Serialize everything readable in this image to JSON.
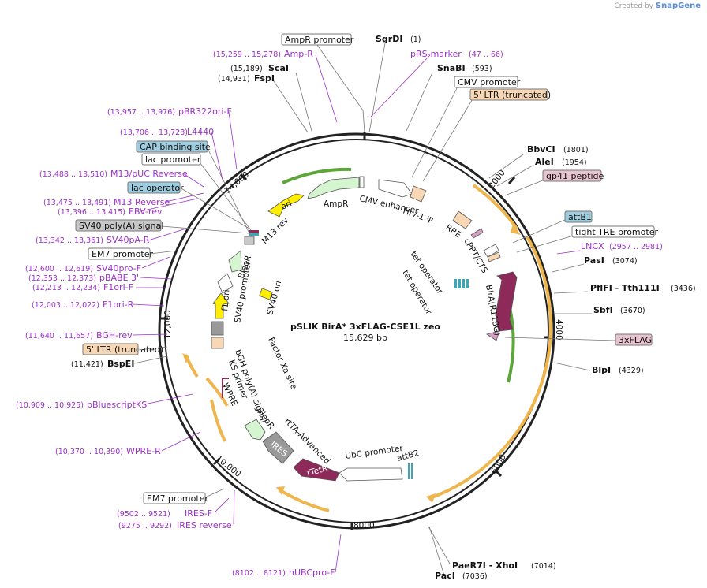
{
  "app": {
    "created_by": "Created by",
    "brand": "SnapGene"
  },
  "plasmid": {
    "name": "pSLIK BirA* 3xFLAG-CSE1L zeo",
    "size": "15,629 bp"
  },
  "ruler": [
    "2000",
    "4000",
    "6000",
    "8000",
    "10,000",
    "12,000",
    "14,000"
  ],
  "sites": {
    "sgrdi": {
      "name": "SgrDI",
      "pos": "(1)"
    },
    "snabi": {
      "name": "SnaBI",
      "pos": "(593)"
    },
    "bbvci": {
      "name": "BbvCI",
      "pos": "(1801)"
    },
    "alei": {
      "name": "AleI",
      "pos": "(1954)"
    },
    "pasi": {
      "name": "PasI",
      "pos": "(3074)"
    },
    "pflfi": {
      "name": "PflFI - Tth111I",
      "pos": "(3436)"
    },
    "sbfi": {
      "name": "SbfI",
      "pos": "(3670)"
    },
    "blpi": {
      "name": "BlpI",
      "pos": "(4329)"
    },
    "paer7i": {
      "name": "PaeR7I - XhoI",
      "pos": "(7014)"
    },
    "paci": {
      "name": "PacI",
      "pos": "(7036)"
    },
    "bspei": {
      "name": "BspEI",
      "pos": "(11,421)"
    },
    "scai": {
      "name": "ScaI",
      "pos": "(15,189)"
    },
    "fspi": {
      "name": "FspI",
      "pos": "(14,931)"
    }
  },
  "primers": {
    "prs": {
      "name": "pRS-marker",
      "pos": "(47 .. 66)"
    },
    "ampr": {
      "name": "Amp-R",
      "pos": "(15,259 .. 15,278)"
    },
    "pbr": {
      "name": "pBR322ori-F",
      "pos": "(13,957 .. 13,976)"
    },
    "l4440": {
      "name": "L4440",
      "pos": "(13,706 .. 13,723)"
    },
    "m13puc": {
      "name": "M13/pUC Reverse",
      "pos": "(13,488 .. 13,510)"
    },
    "m13rev": {
      "name": "M13 Reverse",
      "pos": "(13,475 .. 13,491)"
    },
    "ebv": {
      "name": "EBV-rev",
      "pos": "(13,396 .. 13,415)"
    },
    "sv40pa": {
      "name": "SV40pA-R",
      "pos": "(13,342 .. 13,361)"
    },
    "sv40pro": {
      "name": "SV40pro-F",
      "pos": "(12,600 .. 12,619)"
    },
    "pbabe": {
      "name": "pBABE 3'",
      "pos": "(12,353 .. 12,373)"
    },
    "f1orif": {
      "name": "F1ori-F",
      "pos": "(12,213 .. 12,234)"
    },
    "f1orir": {
      "name": "F1ori-R",
      "pos": "(12,003 .. 12,022)"
    },
    "bgh": {
      "name": "BGH-rev",
      "pos": "(11,640 .. 11,657)"
    },
    "pbks": {
      "name": "pBluescriptKS",
      "pos": "(10,909 .. 10,925)"
    },
    "wpre": {
      "name": "WPRE-R",
      "pos": "(10,370 .. 10,390)"
    },
    "iresf": {
      "name": "IRES-F",
      "pos": "(9502 .. 9521)"
    },
    "iresr": {
      "name": "IRES reverse",
      "pos": "(9275 .. 9292)"
    },
    "hubc": {
      "name": "hUBCpro-F",
      "pos": "(8102 .. 8121)"
    },
    "lncx": {
      "name": "LNCX",
      "pos": "(2957 .. 2981)"
    }
  },
  "boxed": {
    "ampr_promoter": "AmpR promoter",
    "cmv_promoter": "CMV promoter",
    "ltr_trunc_top": "5' LTR (truncated)",
    "gp41": "gp41 peptide",
    "attb1": "attB1",
    "tight_tre": "tight TRE promoter",
    "flag": "3xFLAG",
    "cap": "CAP binding site",
    "lac_promoter": "lac promoter",
    "lac_operator": "lac operator",
    "sv40polya": "SV40 poly(A) signal",
    "em7_top": "EM7 promoter",
    "ltr_trunc_left": "5' LTR (truncated)",
    "em7_bottom": "EM7 promoter"
  },
  "features": {
    "ampr": "AmpR",
    "cmv_enhancer": "CMV enhancer",
    "hiv_psi": "HIV-1 Ψ",
    "rre": "RRE",
    "cppt": "cPPT/CTS",
    "tet_op1": "tet operator",
    "tet_op2": "tet operator",
    "bira": "BirA(R118G)",
    "ori": "ori",
    "m13rev": "M13 rev",
    "bleor_top": "BleoR",
    "sv40_promoter": "SV40 promoter",
    "f1ori": "f1 ori",
    "sv40ori": "SV40 ori",
    "factor_xa": "Factor Xa site",
    "bgh": "bGH poly(A) signal",
    "ks_primer": "KS primer",
    "wpre": "WPRE",
    "bleor_bottom": "BleoR",
    "ires": "IRES",
    "rtta": "rtTA-Advanced",
    "rtetr": "rTetR",
    "ubc": "UbC promoter",
    "attb2": "attB2"
  },
  "colors": {
    "backbone": "#222222",
    "orf_gold": "#f0b64e",
    "bira": "#8e2a5a",
    "green_arrow": "#5ca63a",
    "light_green": "#d4f5cf",
    "yellow": "#ffee00",
    "peach": "#f8d7b4",
    "teal": "#36a8b8",
    "primer": "#9b30c8",
    "box_blue": "#9fcde0",
    "box_pink": "#e8c3d0",
    "box_gray": "#c8c8c8"
  }
}
